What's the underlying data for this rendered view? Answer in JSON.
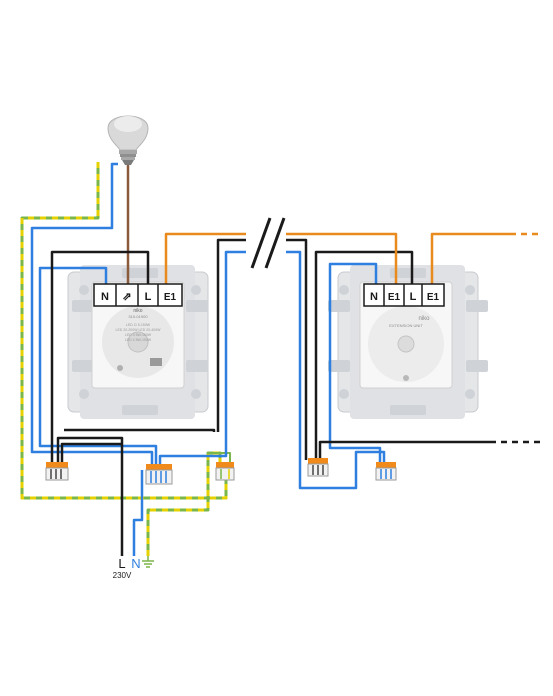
{
  "colors": {
    "blue": "#2f7fe0",
    "black": "#1a1a1a",
    "orange": "#e88a1e",
    "brown": "#8a5a3a",
    "earth_green": "#7ab648",
    "earth_yellow": "#e6d200",
    "mount_grey": "#e4e6e8",
    "module_white": "#f7f7f7",
    "connector_orange": "#f08a1a"
  },
  "dimmer": {
    "terminals": [
      "N",
      "⇗",
      "L",
      "E1"
    ],
    "brand": "niko",
    "model": "310-01900",
    "spec_lines": [
      "LED ⊡  5-150W",
      "LED 20-200W  LED 20-400W",
      "LED 3  5W-150W",
      "LED 4  5W-150W"
    ]
  },
  "extension": {
    "terminals": [
      "N",
      "E1",
      "L",
      "E1"
    ],
    "brand": "niko",
    "label": "EXTENSION UNIT"
  },
  "supply": {
    "l_label": "L",
    "n_label": "N",
    "voltage": "230V",
    "earth_icon": "earth-symbol"
  },
  "lamp_icon": "led-bulb"
}
